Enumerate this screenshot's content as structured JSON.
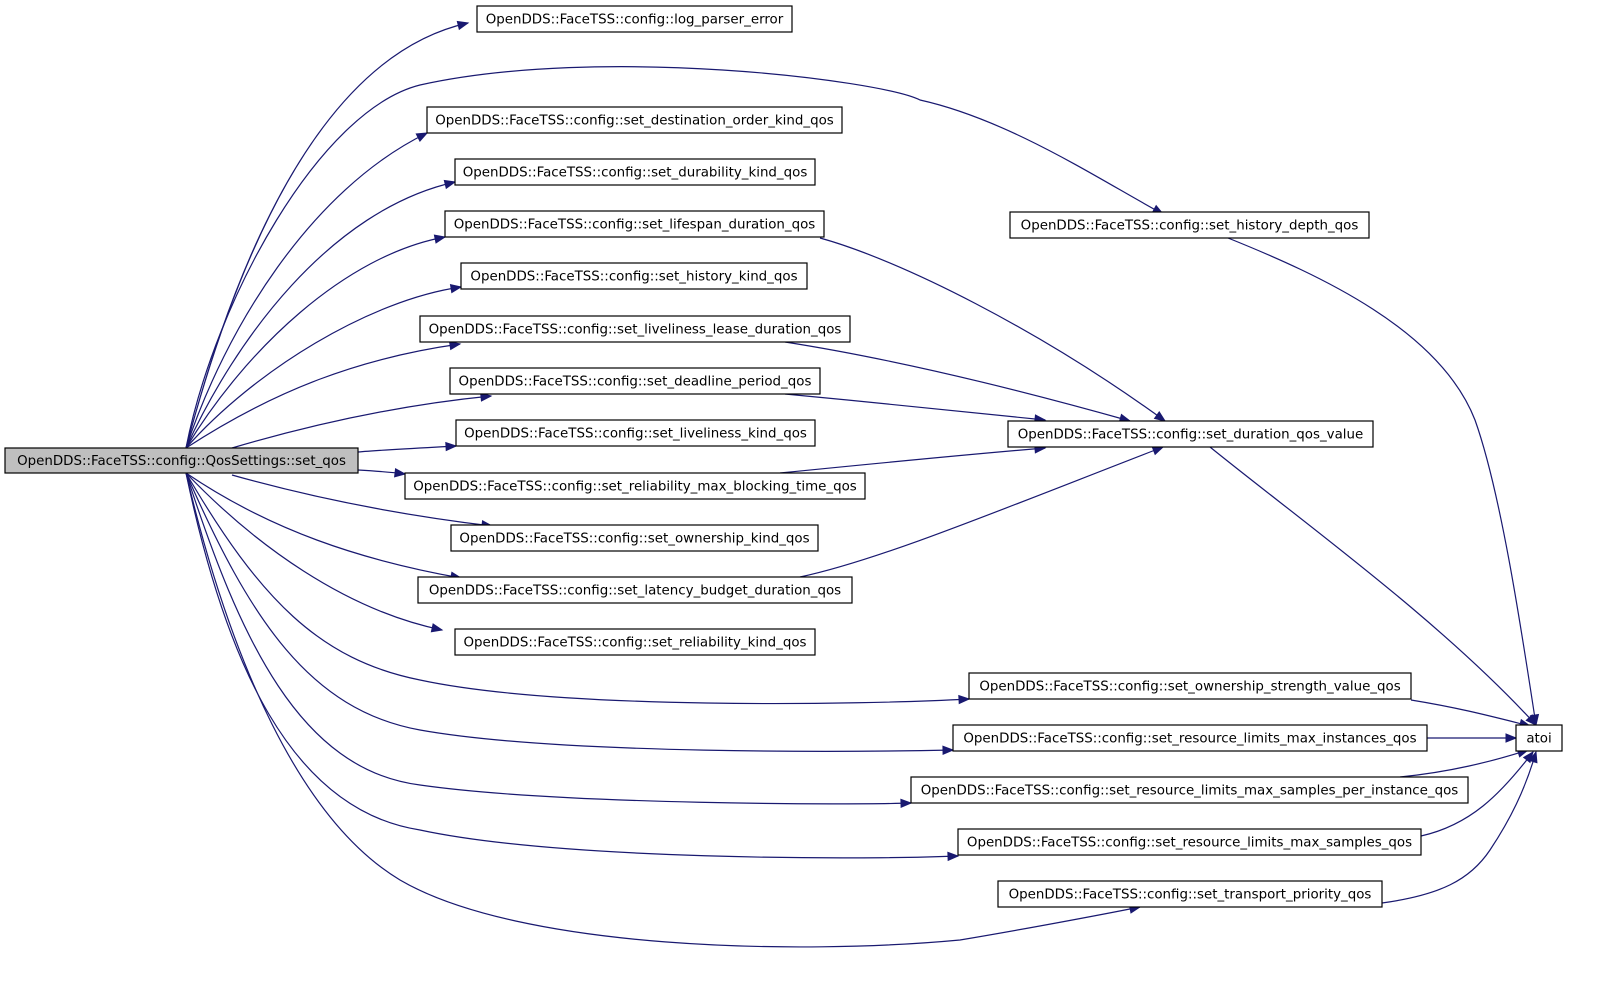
{
  "diagram": {
    "colors": {
      "edge": "#191970",
      "root_fill": "#bfbfbf",
      "node_fill": "#ffffff",
      "border": "#000000"
    },
    "nodes": [
      {
        "id": "root",
        "label": "OpenDDS::FaceTSS::config::QosSettings::set_qos",
        "highlighted": true
      },
      {
        "id": "n_log",
        "label": "OpenDDS::FaceTSS::config::log_parser_error"
      },
      {
        "id": "n_dest",
        "label": "OpenDDS::FaceTSS::config::set_destination_order_kind_qos"
      },
      {
        "id": "n_dur",
        "label": "OpenDDS::FaceTSS::config::set_durability_kind_qos"
      },
      {
        "id": "n_life",
        "label": "OpenDDS::FaceTSS::config::set_lifespan_duration_qos"
      },
      {
        "id": "n_histk",
        "label": "OpenDDS::FaceTSS::config::set_history_kind_qos"
      },
      {
        "id": "n_livlease",
        "label": "OpenDDS::FaceTSS::config::set_liveliness_lease_duration_qos"
      },
      {
        "id": "n_dead",
        "label": "OpenDDS::FaceTSS::config::set_deadline_period_qos"
      },
      {
        "id": "n_livkind",
        "label": "OpenDDS::FaceTSS::config::set_liveliness_kind_qos"
      },
      {
        "id": "n_relmax",
        "label": "OpenDDS::FaceTSS::config::set_reliability_max_blocking_time_qos"
      },
      {
        "id": "n_own",
        "label": "OpenDDS::FaceTSS::config::set_ownership_kind_qos"
      },
      {
        "id": "n_lat",
        "label": "OpenDDS::FaceTSS::config::set_latency_budget_duration_qos"
      },
      {
        "id": "n_relk",
        "label": "OpenDDS::FaceTSS::config::set_reliability_kind_qos"
      },
      {
        "id": "n_histd",
        "label": "OpenDDS::FaceTSS::config::set_history_depth_qos"
      },
      {
        "id": "n_durval",
        "label": "OpenDDS::FaceTSS::config::set_duration_qos_value"
      },
      {
        "id": "n_ownstr",
        "label": "OpenDDS::FaceTSS::config::set_ownership_strength_value_qos"
      },
      {
        "id": "n_rlmi",
        "label": "OpenDDS::FaceTSS::config::set_resource_limits_max_instances_qos"
      },
      {
        "id": "n_rlmspi",
        "label": "OpenDDS::FaceTSS::config::set_resource_limits_max_samples_per_instance_qos"
      },
      {
        "id": "n_rlms",
        "label": "OpenDDS::FaceTSS::config::set_resource_limits_max_samples_qos"
      },
      {
        "id": "n_tp",
        "label": "OpenDDS::FaceTSS::config::set_transport_priority_qos"
      },
      {
        "id": "n_atoi",
        "label": "atoi"
      }
    ],
    "edges": [
      {
        "from": "root",
        "to": "n_log"
      },
      {
        "from": "root",
        "to": "n_histd"
      },
      {
        "from": "root",
        "to": "n_dest"
      },
      {
        "from": "root",
        "to": "n_dur"
      },
      {
        "from": "root",
        "to": "n_life"
      },
      {
        "from": "root",
        "to": "n_histk"
      },
      {
        "from": "root",
        "to": "n_livlease"
      },
      {
        "from": "root",
        "to": "n_dead"
      },
      {
        "from": "root",
        "to": "n_livkind"
      },
      {
        "from": "root",
        "to": "n_relmax"
      },
      {
        "from": "root",
        "to": "n_own"
      },
      {
        "from": "root",
        "to": "n_lat"
      },
      {
        "from": "root",
        "to": "n_relk"
      },
      {
        "from": "root",
        "to": "n_ownstr"
      },
      {
        "from": "root",
        "to": "n_rlmi"
      },
      {
        "from": "root",
        "to": "n_rlmspi"
      },
      {
        "from": "root",
        "to": "n_rlms"
      },
      {
        "from": "root",
        "to": "n_tp"
      },
      {
        "from": "n_life",
        "to": "n_durval"
      },
      {
        "from": "n_livlease",
        "to": "n_durval"
      },
      {
        "from": "n_dead",
        "to": "n_durval"
      },
      {
        "from": "n_relmax",
        "to": "n_durval"
      },
      {
        "from": "n_lat",
        "to": "n_durval"
      },
      {
        "from": "n_histd",
        "to": "n_atoi"
      },
      {
        "from": "n_durval",
        "to": "n_atoi"
      },
      {
        "from": "n_ownstr",
        "to": "n_atoi"
      },
      {
        "from": "n_rlmi",
        "to": "n_atoi"
      },
      {
        "from": "n_rlmspi",
        "to": "n_atoi"
      },
      {
        "from": "n_rlms",
        "to": "n_atoi"
      },
      {
        "from": "n_tp",
        "to": "n_atoi"
      }
    ]
  }
}
